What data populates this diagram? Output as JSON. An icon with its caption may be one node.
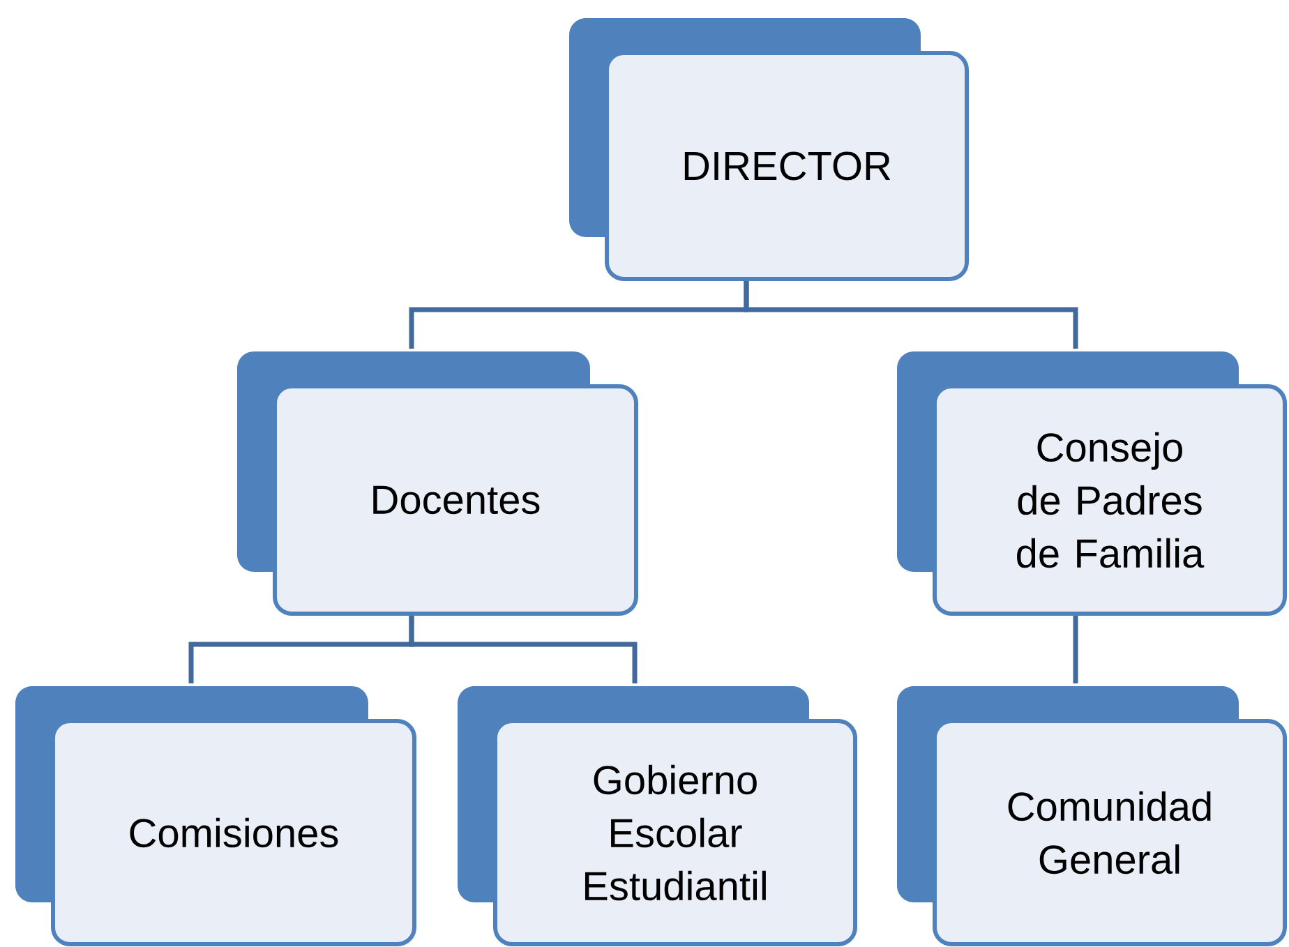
{
  "diagram": {
    "nodes": [
      {
        "text": [
          "DIRECTOR"
        ]
      },
      {
        "text": [
          "Docentes"
        ]
      },
      {
        "text": [
          "Consejo de Padres de Familia"
        ]
      },
      {
        "text": [
          "Comisiones"
        ]
      },
      {
        "text": [
          "Gobierno Escolar Estudiantil"
        ]
      },
      {
        "text": [
          "Comunidad General"
        ]
      }
    ],
    "edges": [
      {
        "from": 0,
        "to": 1,
        "arrow": "none"
      },
      {
        "from": 0,
        "to": 2,
        "arrow": "none"
      },
      {
        "from": 1,
        "to": 3,
        "arrow": "none"
      },
      {
        "from": 1,
        "to": 4,
        "arrow": "none"
      },
      {
        "from": 2,
        "to": 5,
        "arrow": "none"
      }
    ]
  }
}
